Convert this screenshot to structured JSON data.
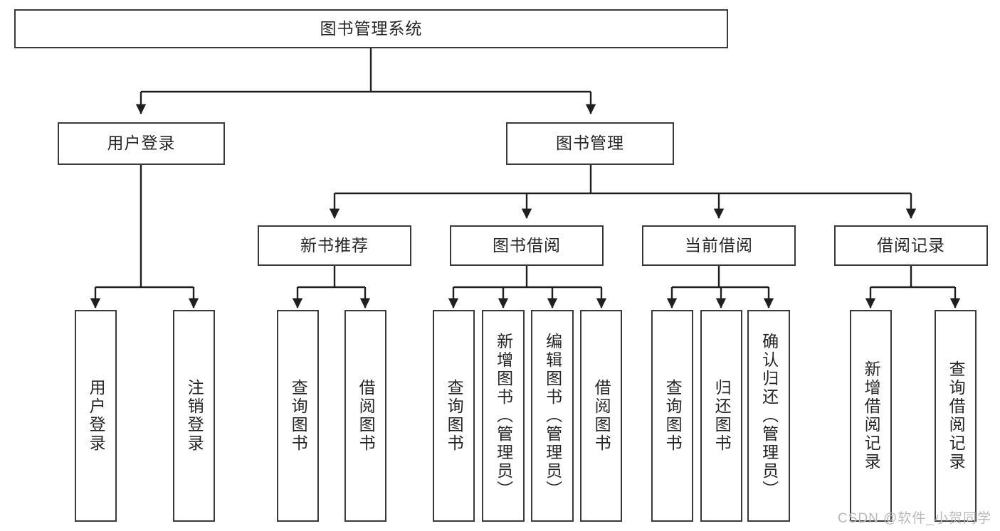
{
  "diagram": {
    "title": "图书管理系统",
    "type": "tree-hierarchy",
    "watermark": "CSDN @软件_小贺同学",
    "colors": {
      "box_border": "#3a3a3a",
      "box_fill": "#ffffff",
      "text": "#262626",
      "edge": "#1f1f1f",
      "watermark": "#b9b9b9"
    },
    "nodes": {
      "root": {
        "label": "图书管理系统"
      },
      "level2": [
        {
          "id": "user-login",
          "label": "用户登录"
        },
        {
          "id": "book-management",
          "label": "图书管理"
        }
      ],
      "level3": [
        {
          "id": "new-book-recommend",
          "label": "新书推荐"
        },
        {
          "id": "book-borrow",
          "label": "图书借阅"
        },
        {
          "id": "current-borrow",
          "label": "当前借阅"
        },
        {
          "id": "borrow-record",
          "label": "借阅记录"
        }
      ],
      "leaves": {
        "user_login": [
          {
            "id": "leaf-user-login",
            "label": "用户登录"
          },
          {
            "id": "leaf-logout-login",
            "label": "注销登录"
          }
        ],
        "new_book_recommend": [
          {
            "id": "leaf-query-book-1",
            "label": "查询图书"
          },
          {
            "id": "leaf-borrow-book-1",
            "label": "借阅图书"
          }
        ],
        "book_borrow": [
          {
            "id": "leaf-query-book-2",
            "label": "查询图书"
          },
          {
            "id": "leaf-add-book",
            "label": "新增图书（管理员）"
          },
          {
            "id": "leaf-edit-book",
            "label": "编辑图书（管理员）"
          },
          {
            "id": "leaf-borrow-book-2",
            "label": "借阅图书"
          }
        ],
        "current_borrow": [
          {
            "id": "leaf-query-book-3",
            "label": "查询图书"
          },
          {
            "id": "leaf-return-book",
            "label": "归还图书"
          },
          {
            "id": "leaf-confirm-return",
            "label": "确认归还（管理员）"
          }
        ],
        "borrow_record": [
          {
            "id": "leaf-add-borrow-record",
            "label": "新增借阅记录"
          },
          {
            "id": "leaf-query-borrow-record",
            "label": "查询借阅记录"
          }
        ]
      }
    }
  }
}
